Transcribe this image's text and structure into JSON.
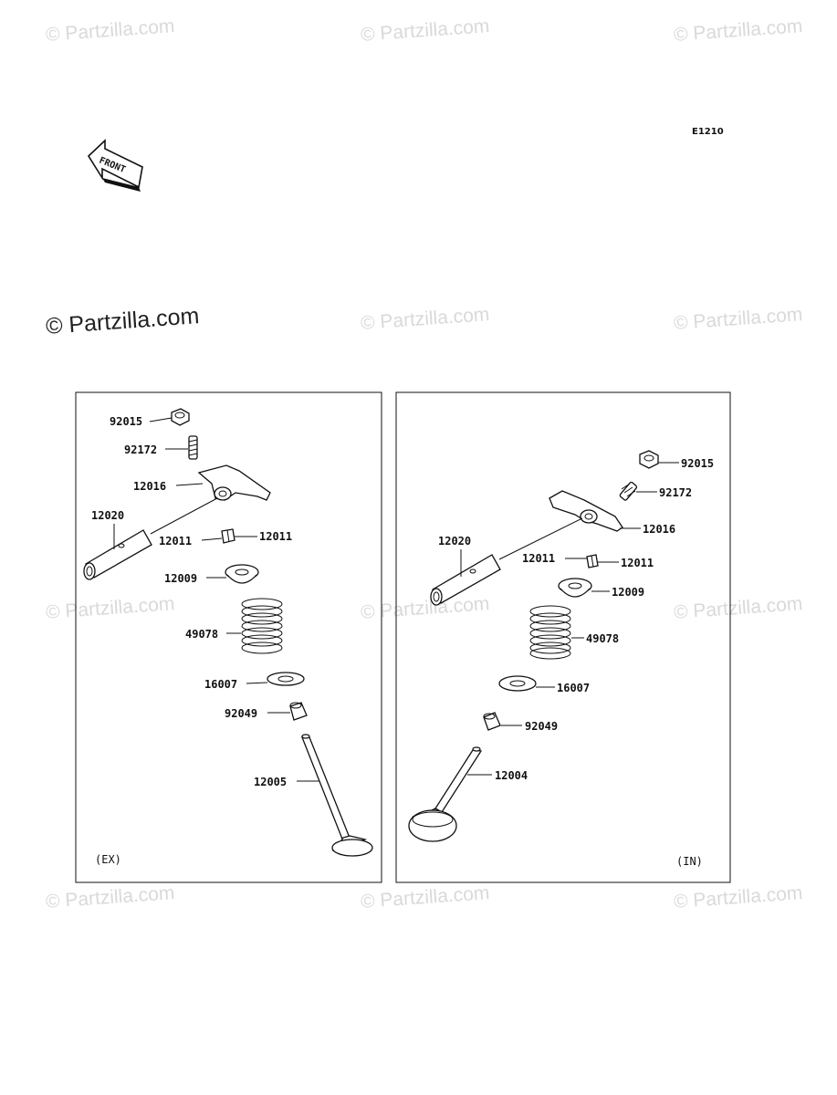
{
  "watermarks": {
    "text": "© Partzilla.com",
    "main": "© Partzilla.com"
  },
  "diagram_code": "E1210",
  "front_arrow": {
    "label": "FRONT",
    "icon": "front-direction-arrow-icon"
  },
  "exhaust_panel": {
    "tag": "(EX)",
    "labels": {
      "nut": "92015",
      "adjust_screw": "92172",
      "rocker_arm": "12016",
      "rocker_shaft": "12020",
      "collet_left": "12011",
      "collet_right": "12011",
      "retainer": "12009",
      "spring": "49078",
      "seat": "16007",
      "seal": "92049",
      "valve": "12005"
    }
  },
  "intake_panel": {
    "tag": "(IN)",
    "labels": {
      "nut": "92015",
      "adjust_screw": "92172",
      "rocker_arm": "12016",
      "rocker_shaft": "12020",
      "collet_left": "12011",
      "collet_right": "12011",
      "retainer": "12009",
      "spring": "49078",
      "seat": "16007",
      "seal": "92049",
      "valve": "12004"
    }
  }
}
